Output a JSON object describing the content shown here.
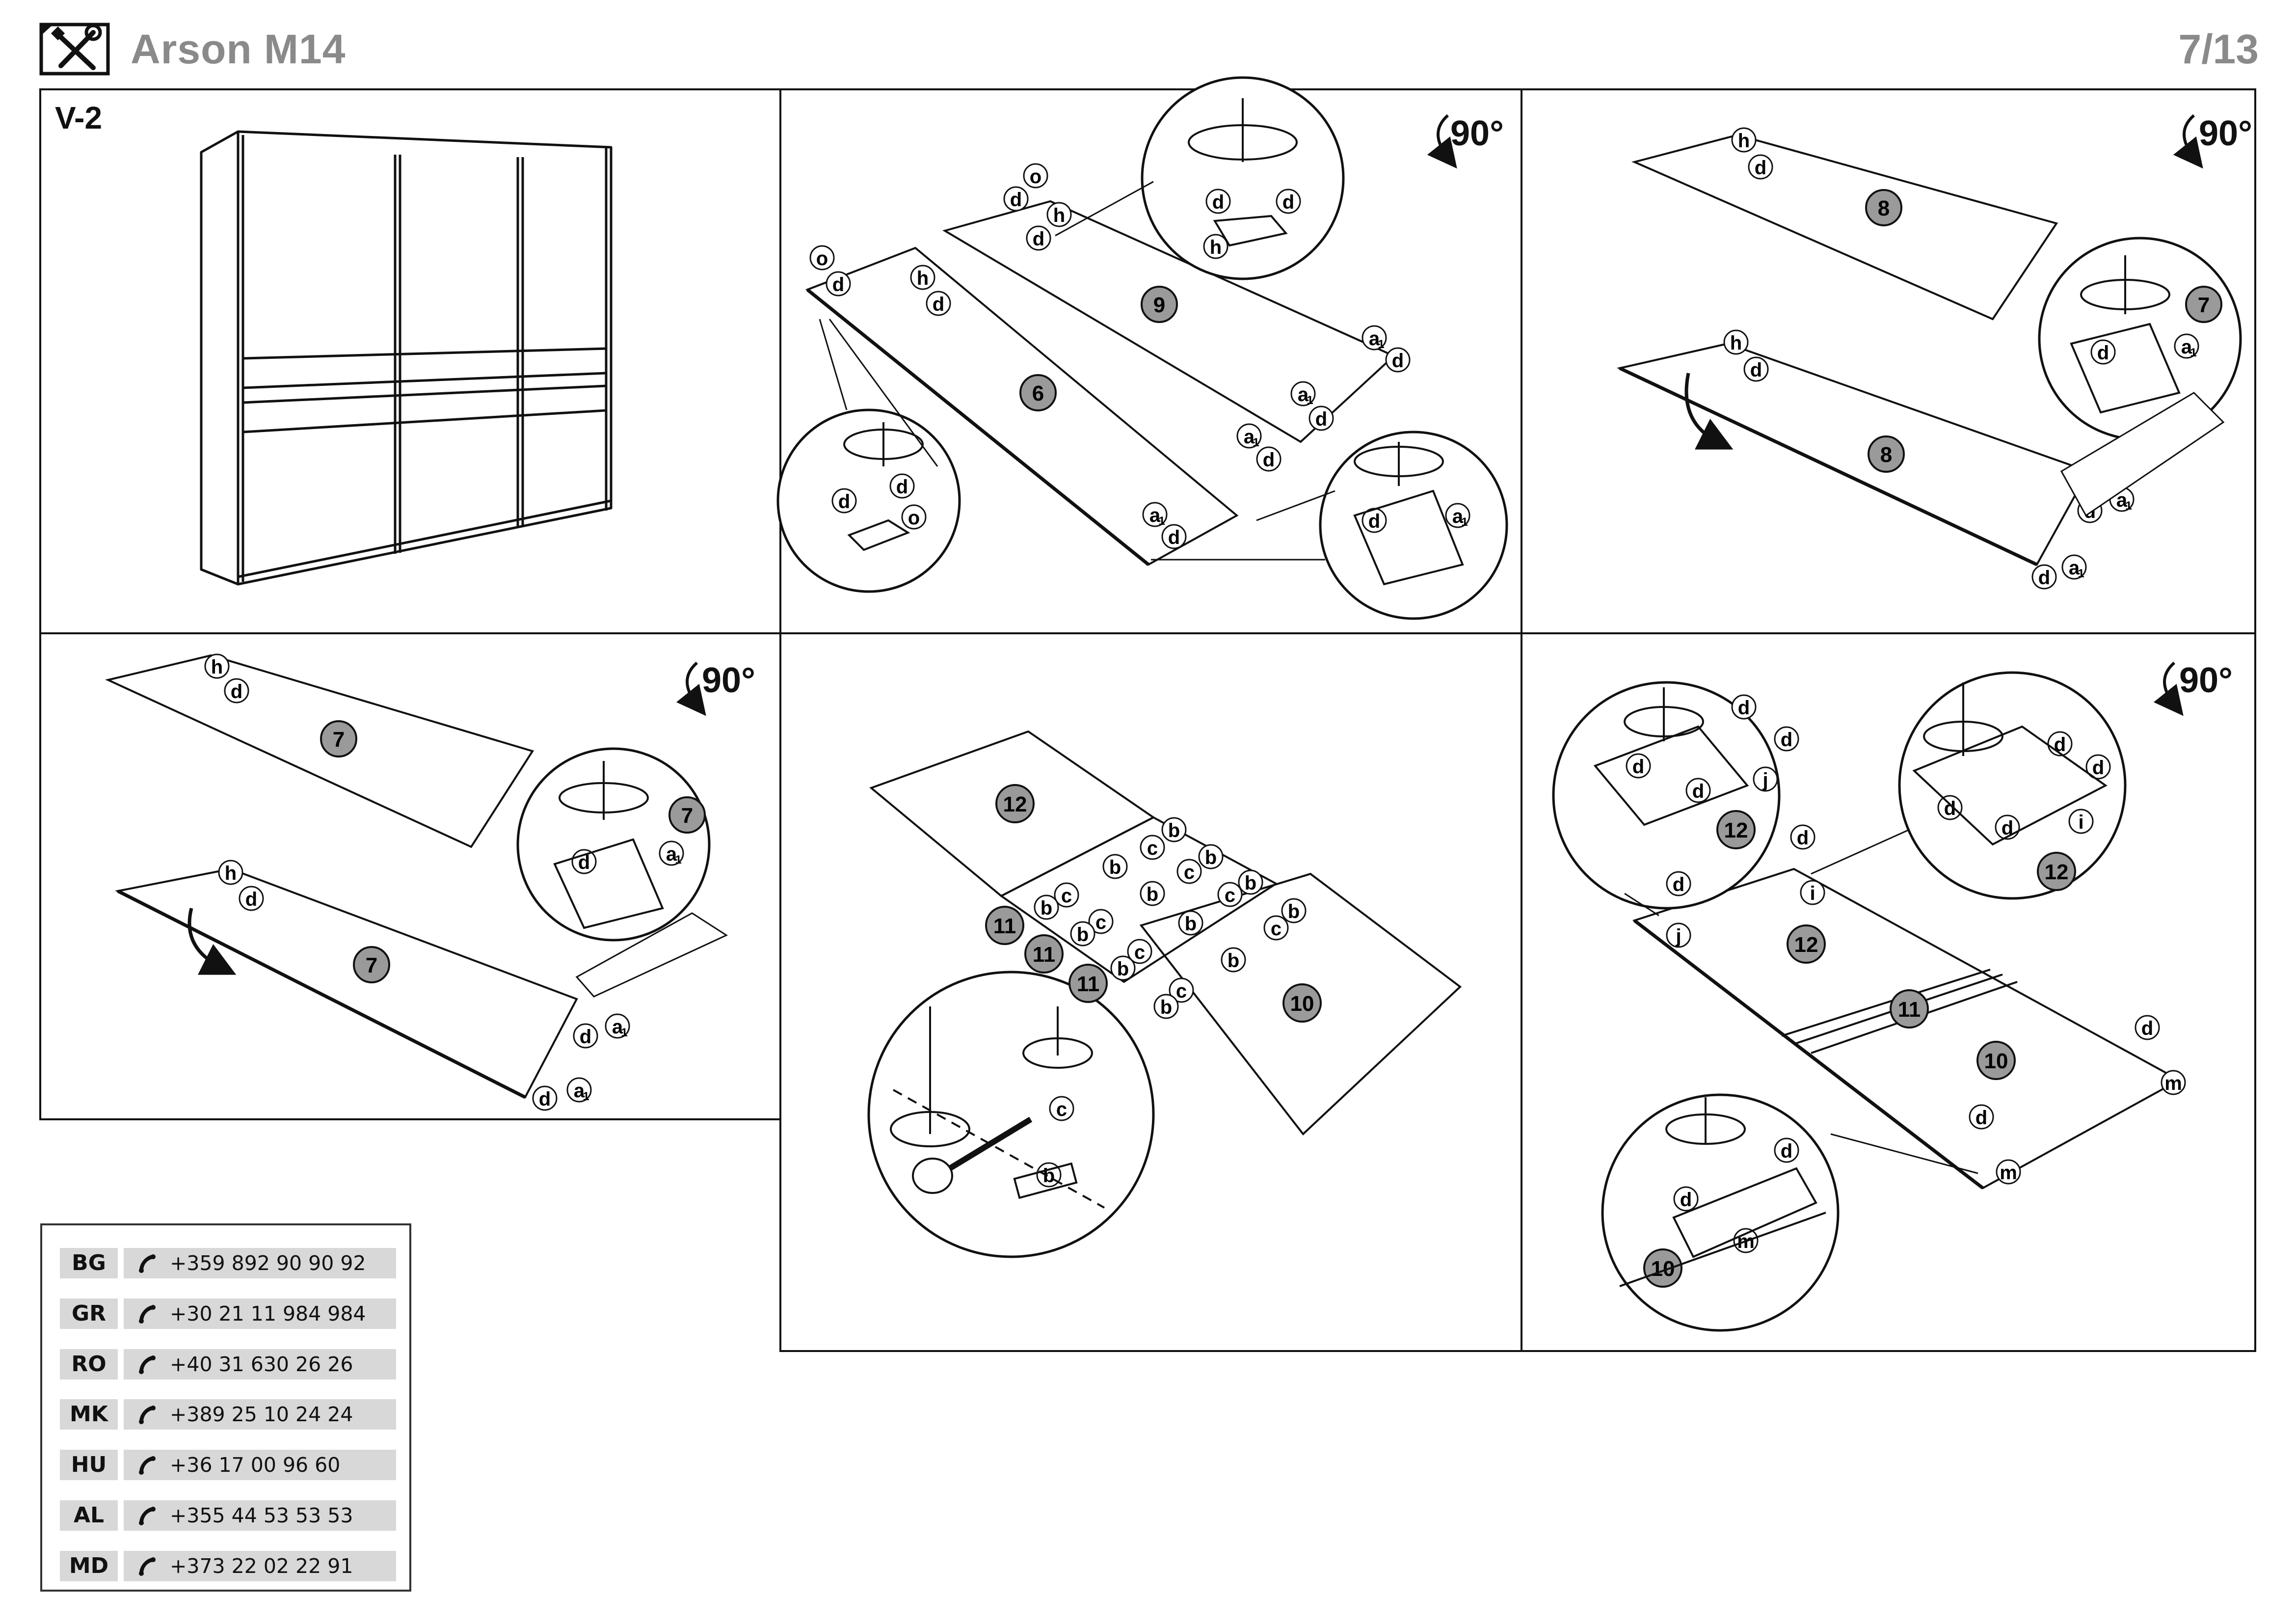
{
  "header": {
    "title": "Arson M14",
    "page": "7/13",
    "logo_icon": "tools-icon"
  },
  "panels": {
    "p1": {
      "label": "V-2"
    },
    "rotate_label": "90°"
  },
  "parts": {
    "p6": "6",
    "p7": "7",
    "p8": "8",
    "p9": "9",
    "p10": "10",
    "p11": "11",
    "p12": "12"
  },
  "fittings": {
    "a": "a",
    "a_sub": "1",
    "b": "b",
    "c": "c",
    "d": "d",
    "h": "h",
    "i": "i",
    "j": "j",
    "m": "m",
    "o": "o"
  },
  "phones": [
    {
      "code": "BG",
      "number": "+359 892 90 90 92"
    },
    {
      "code": "GR",
      "number": "+30 21 11 984 984"
    },
    {
      "code": "RO",
      "number": "+40 31 630 26 26"
    },
    {
      "code": "MK",
      "number": "+389 25 10 24 24"
    },
    {
      "code": "HU",
      "number": "+36 17 00 96 60"
    },
    {
      "code": "AL",
      "number": "+355 44 53 53 53"
    },
    {
      "code": "MD",
      "number": "+373 22 02 22 91"
    }
  ],
  "colors": {
    "title_gray": "#8a8a8a",
    "part_fill": "#9a9a9a",
    "cell_fill": "#d8d8d8",
    "line": "#111111"
  }
}
